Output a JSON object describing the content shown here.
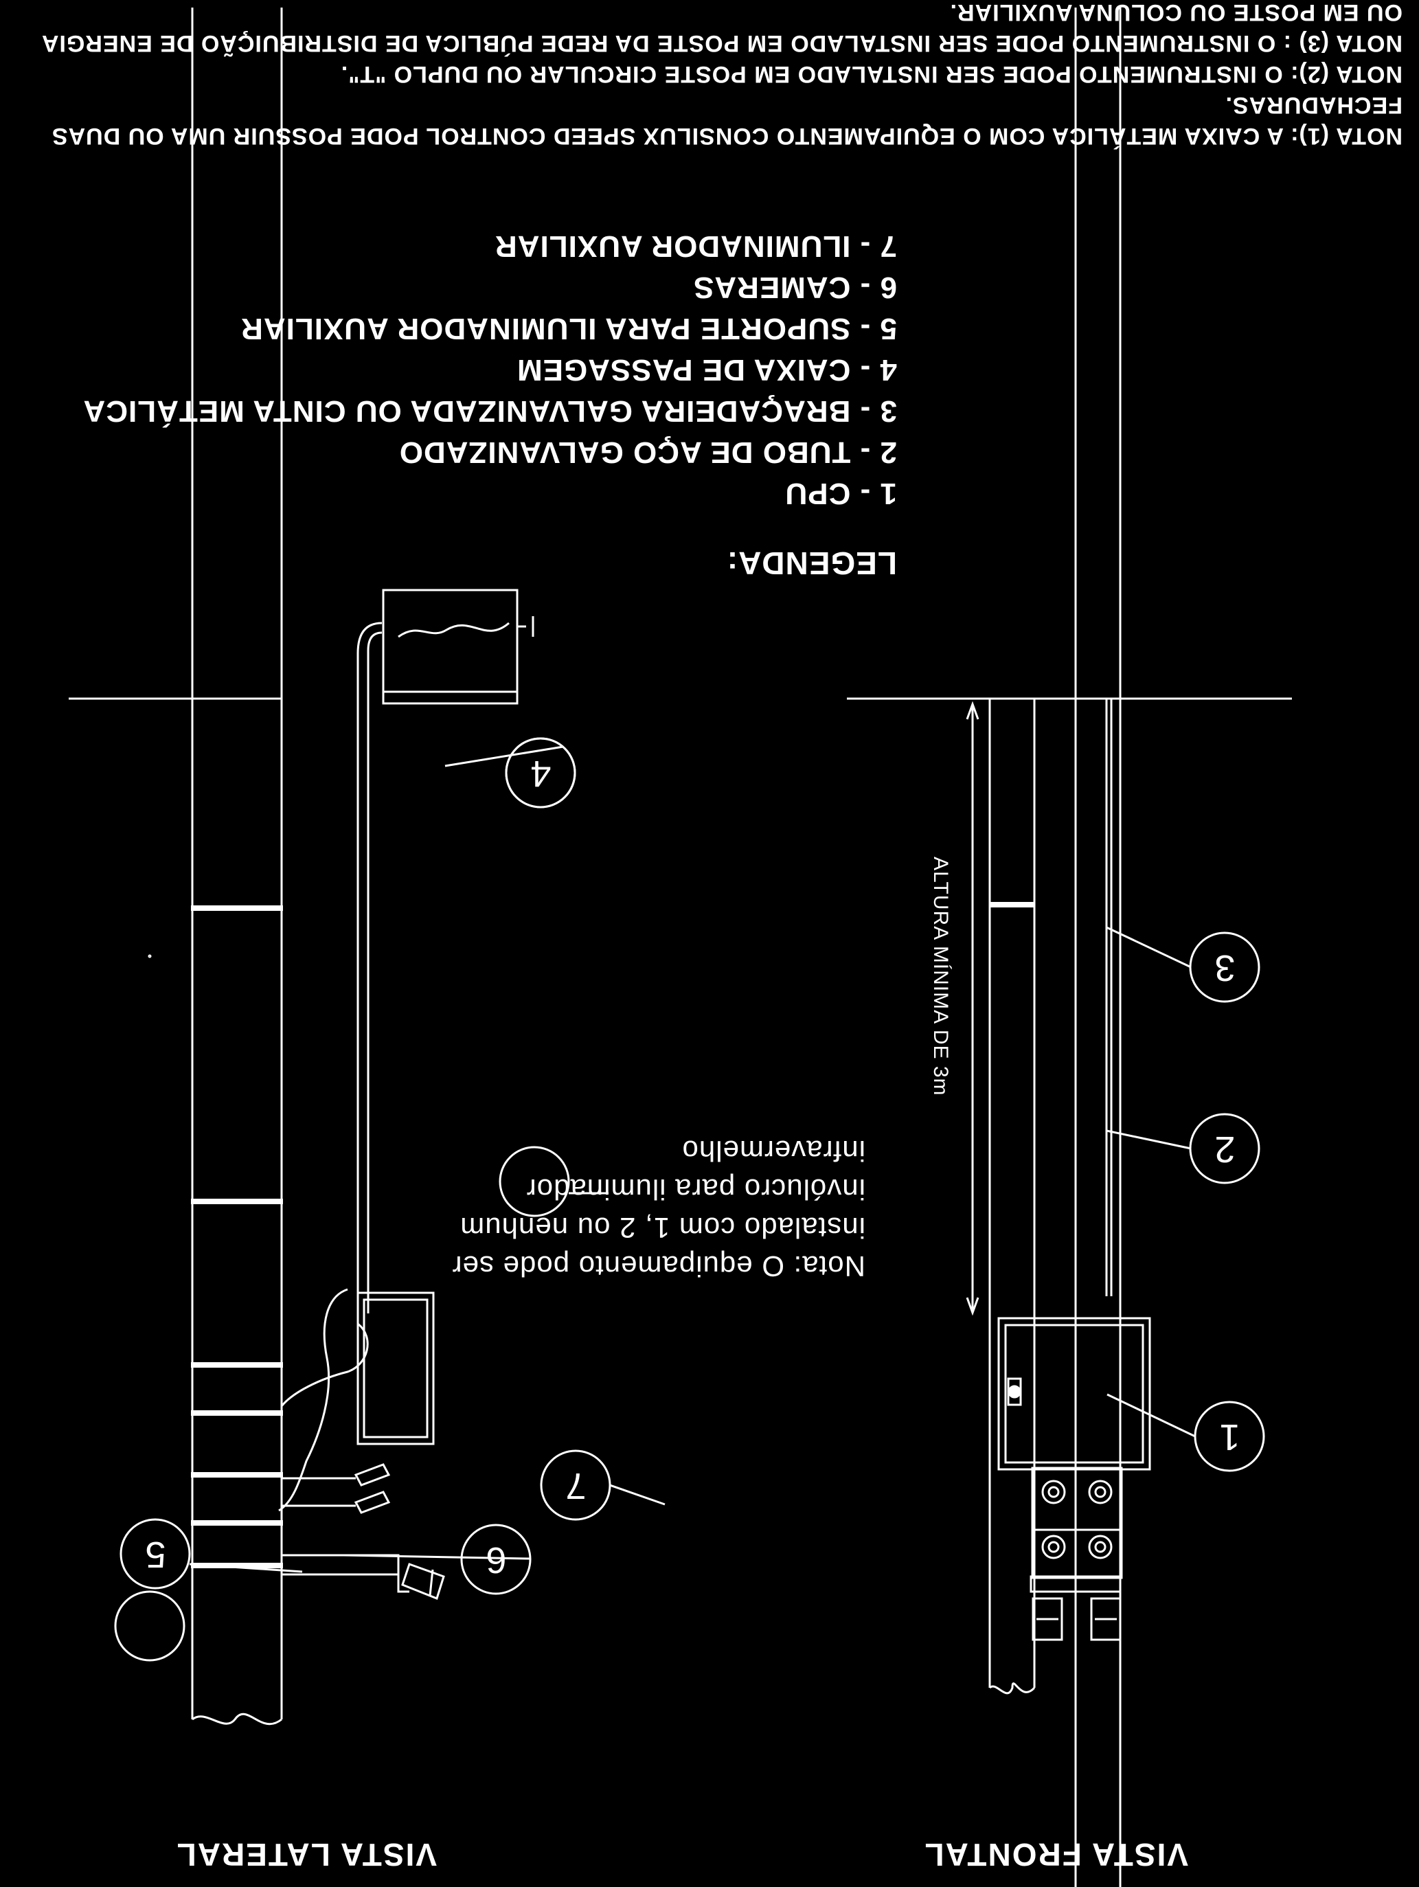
{
  "views": {
    "side_title": "VISTA LATERAL",
    "front_title": "VISTA FRONTAL"
  },
  "legend": {
    "heading": "LEGENDA:",
    "items": [
      "1 - CPU",
      "2 - TUBO DE AÇO GALVANIZADO",
      "3 - BRAÇADEIRA GALVANIZADA OU CINTA METÁLICA",
      "4 - CAIXA DE PASSAGEM",
      "5 - SUPORTE PARA ILUMINADOR AUXILIAR",
      "6 - CAMERAS",
      "7 - ILUMINADOR AUXILIAR"
    ]
  },
  "notes": [
    "NOTA (1): A CAIXA METÁLICA COM O EQUIPAMENTO CONSILUX SPEED CONTROL PODE POSSUIR UMA OU DUAS",
    "FECHADURAS.",
    "NOTA (2): O INSTRUMENTO PODE SER INSTALADO EM POSTE CIRCULAR OU DUPLO \"T\".",
    "NOTA (3) : O INSTRUMENTO PODE SER INSTALADO EM POSTE DA REDE PÚBLICA DE DISTRIBUIÇÃO DE ENERGIA",
    "OU EM POSTE OU COLUNA AUXILIAR."
  ],
  "side_note": [
    "Nota: O equipamento pode ser",
    "instalado com 1, 2 ou nenhum",
    "invólucro para iluminador",
    "infravermelho"
  ],
  "dimension_label": "ALTURA MÍNIMA DE 3m",
  "callouts": {
    "c1": "1",
    "c2": "2",
    "c3": "3",
    "c4": "4",
    "c5": "5",
    "c6": "6",
    "c7": "7"
  }
}
